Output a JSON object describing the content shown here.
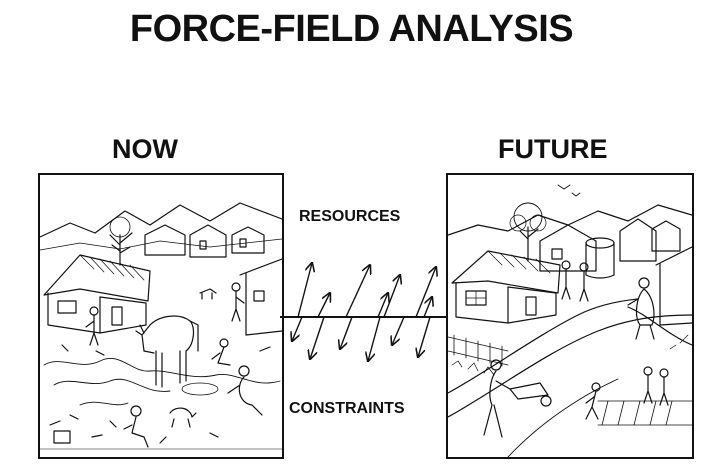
{
  "title": "FORCE-FIELD ANALYSIS",
  "panels": {
    "now": {
      "heading": "NOW",
      "illustration": "village-now-sketch"
    },
    "future": {
      "heading": "FUTURE",
      "illustration": "village-future-sketch"
    }
  },
  "forces": {
    "resources_label": "RESOURCES",
    "constraints_label": "CONSTRAINTS",
    "up_arrows": 7,
    "down_arrows": 6
  },
  "colors": {
    "ink": "#111111",
    "paper": "#ffffff"
  }
}
